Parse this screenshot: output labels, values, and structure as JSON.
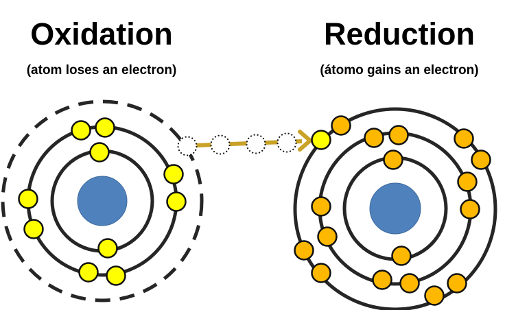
{
  "oxidation": {
    "title": "Oxidation",
    "subtitle": "(atom loses an electron)"
  },
  "reduction": {
    "title": "Reduction",
    "subtitle": "(átomo gains an electron)"
  },
  "colors": {
    "nucleus": "#4F81BD",
    "electron_oxidation": "#FFFF00",
    "electron_reduction": "#FFB800",
    "orbit": "#262626",
    "arrow": "#C9A227"
  }
}
